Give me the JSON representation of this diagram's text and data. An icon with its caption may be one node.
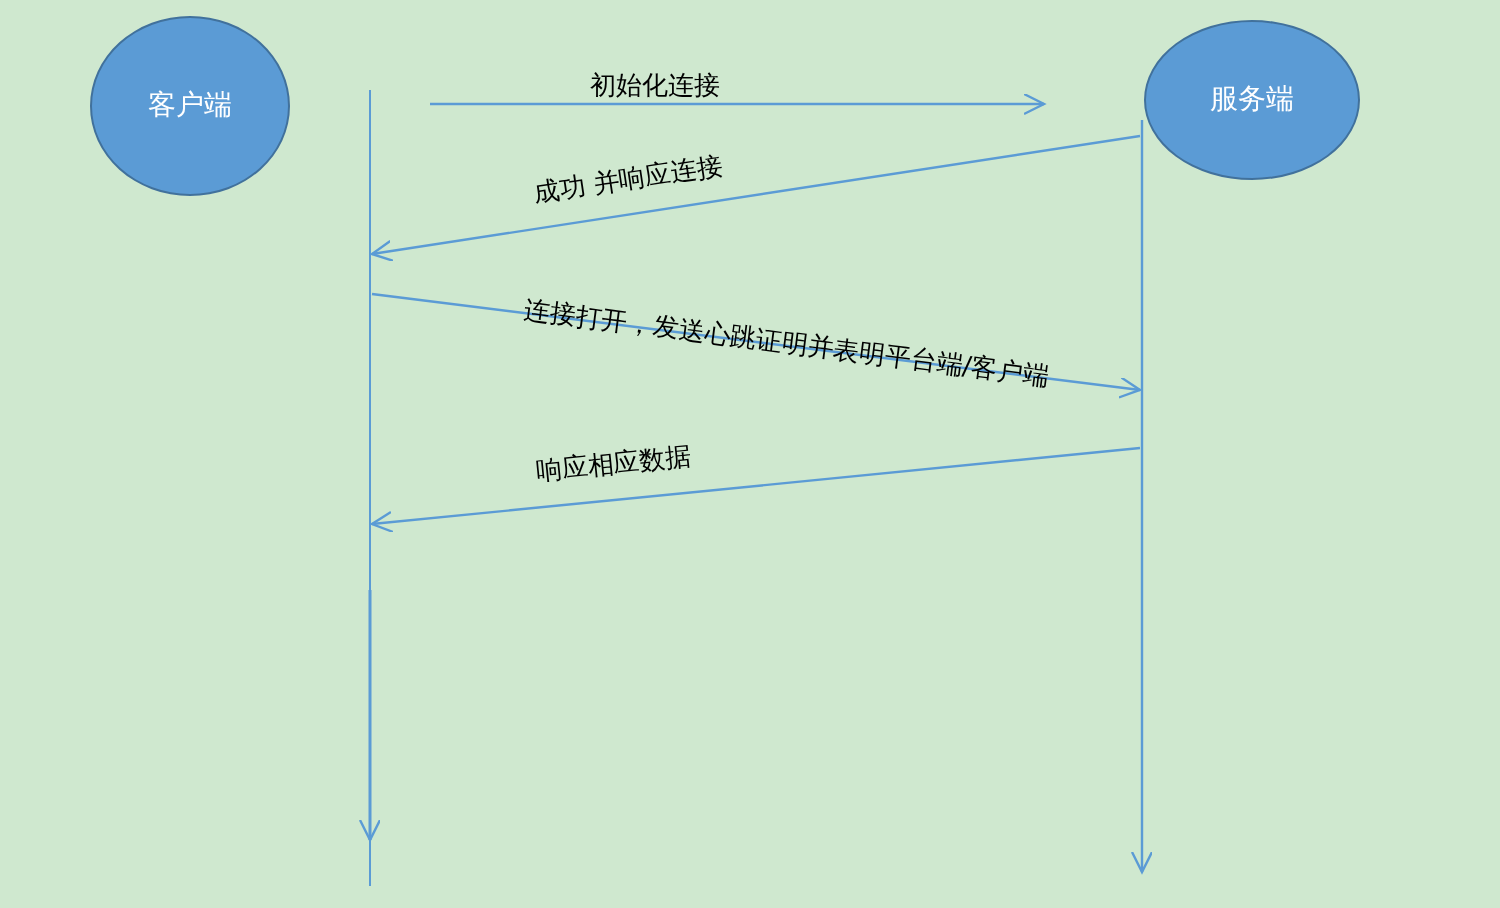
{
  "diagram": {
    "nodes": [
      {
        "text": [
          "客户端"
        ]
      },
      {
        "text": [
          "服务端"
        ]
      }
    ],
    "edges": [
      {
        "from": 0,
        "to": 1,
        "arrow": "to",
        "label": "初始化连接"
      },
      {
        "from": 1,
        "to": 0,
        "arrow": "to",
        "label": "成功 并响应连接"
      },
      {
        "from": 0,
        "to": 1,
        "arrow": "to",
        "label": "连接打开，发送心跳证明并表明平台端/客户端"
      },
      {
        "from": 1,
        "to": 0,
        "arrow": "to",
        "label": "响应相应数据"
      }
    ]
  }
}
